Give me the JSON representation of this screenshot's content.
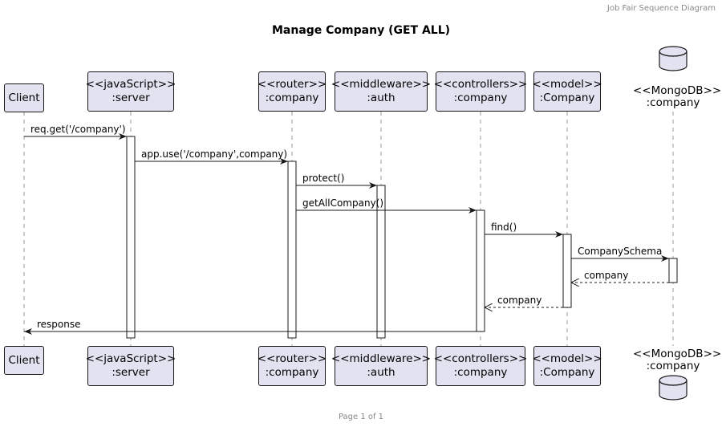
{
  "header": {
    "caption": "Job Fair Sequence Diagram"
  },
  "title": "Manage Company (GET ALL)",
  "footer": {
    "page": "Page 1 of 1"
  },
  "participants": [
    {
      "id": "client",
      "line1": "Client"
    },
    {
      "id": "server",
      "line1": "<<javaScript>>",
      "line2": ":server"
    },
    {
      "id": "router",
      "line1": "<<router>>",
      "line2": ":company"
    },
    {
      "id": "middleware",
      "line1": "<<middleware>>",
      "line2": ":auth"
    },
    {
      "id": "controllers",
      "line1": "<<controllers>>",
      "line2": ":company"
    },
    {
      "id": "model",
      "line1": "<<model>>",
      "line2": ":Company"
    },
    {
      "id": "db",
      "line1": "<<MongoDB>>",
      "line2": ":company",
      "shape": "database"
    }
  ],
  "messages": [
    {
      "from": "client",
      "to": "server",
      "label": "req.get('/company')",
      "type": "sync"
    },
    {
      "from": "server",
      "to": "router",
      "label": "app.use('/company',company)",
      "type": "sync"
    },
    {
      "from": "router",
      "to": "middleware",
      "label": "protect()",
      "type": "sync"
    },
    {
      "from": "router",
      "to": "controllers",
      "label": "getAllCompany()",
      "type": "sync"
    },
    {
      "from": "controllers",
      "to": "model",
      "label": "find()",
      "type": "sync"
    },
    {
      "from": "model",
      "to": "db",
      "label": "CompanySchema",
      "type": "sync"
    },
    {
      "from": "db",
      "to": "model",
      "label": "company",
      "type": "return"
    },
    {
      "from": "model",
      "to": "controllers",
      "label": "company",
      "type": "return"
    },
    {
      "from": "controllers",
      "to": "client",
      "label": "response",
      "type": "sync"
    }
  ],
  "colors": {
    "participant_fill": "#e2e2f0",
    "line": "#181818",
    "lifeline": "#999999"
  }
}
